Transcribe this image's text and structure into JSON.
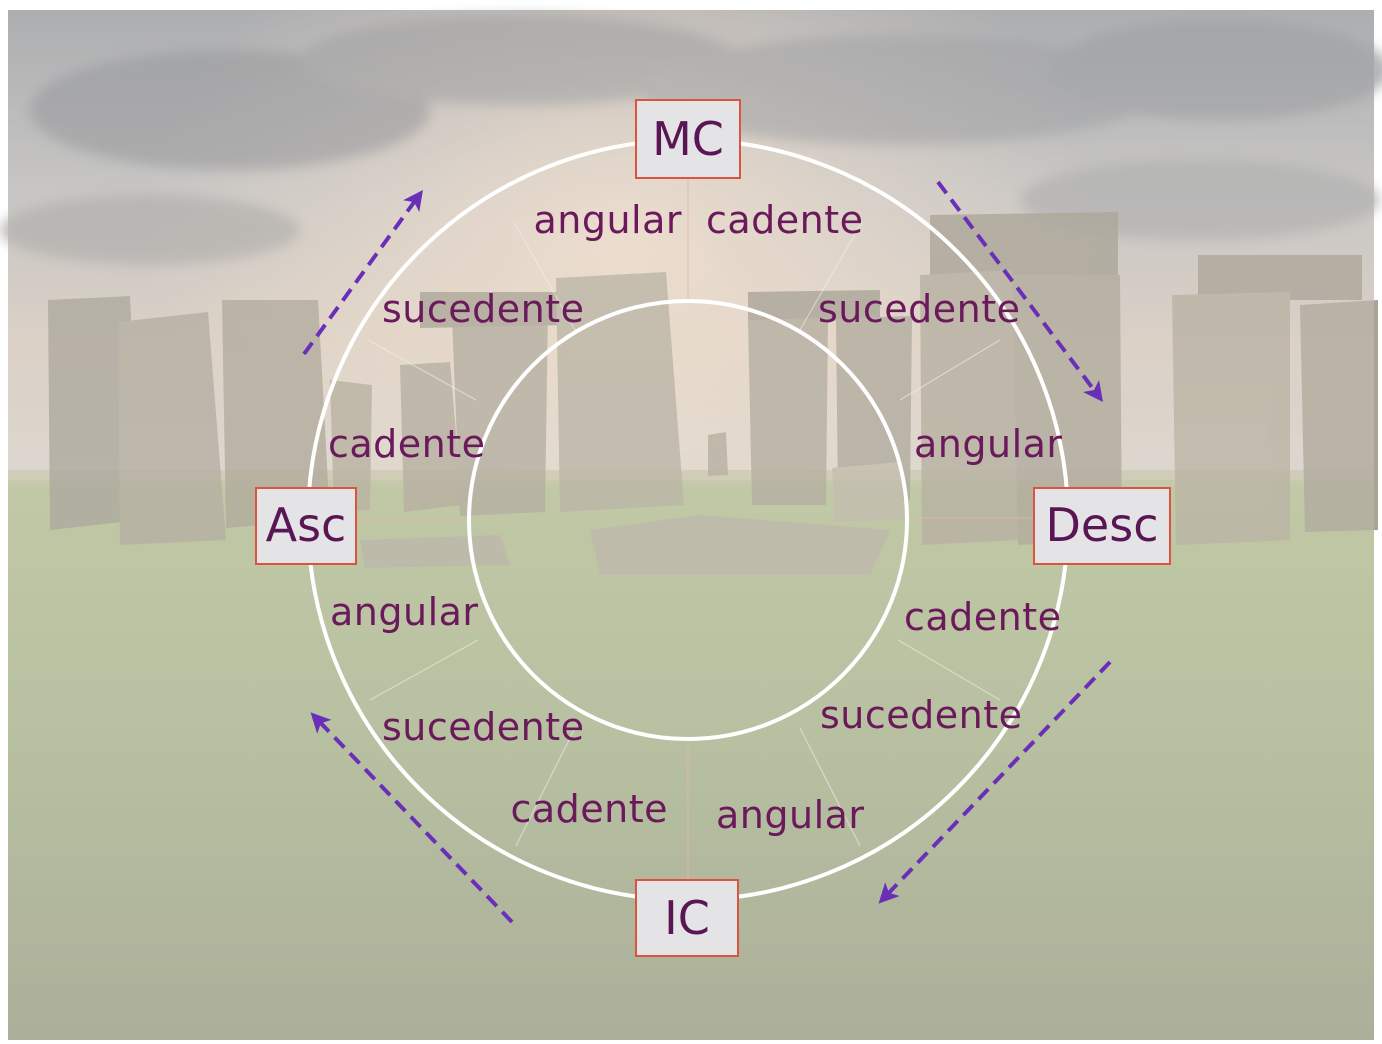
{
  "diagram": {
    "angles": {
      "top": "MC",
      "left": "Asc",
      "right": "Desc",
      "bottom": "IC"
    },
    "house_labels": [
      {
        "id": "top-left-angular",
        "text": "angular"
      },
      {
        "id": "top-right-cadente",
        "text": "cadente"
      },
      {
        "id": "upper-left-sucedente",
        "text": "sucedente"
      },
      {
        "id": "upper-right-sucedente",
        "text": "sucedente"
      },
      {
        "id": "left-upper-cadente",
        "text": "cadente"
      },
      {
        "id": "right-upper-angular",
        "text": "angular"
      },
      {
        "id": "left-lower-angular",
        "text": "angular"
      },
      {
        "id": "right-lower-cadente",
        "text": "cadente"
      },
      {
        "id": "lower-left-sucedente",
        "text": "sucedente"
      },
      {
        "id": "lower-right-sucedente",
        "text": "sucedente"
      },
      {
        "id": "bottom-left-cadente",
        "text": "cadente"
      },
      {
        "id": "bottom-right-angular",
        "text": "angular"
      }
    ],
    "arrow_color": "#6a2fb8",
    "box_border_color": "#d9553f",
    "label_color": "#6a1a5a"
  }
}
